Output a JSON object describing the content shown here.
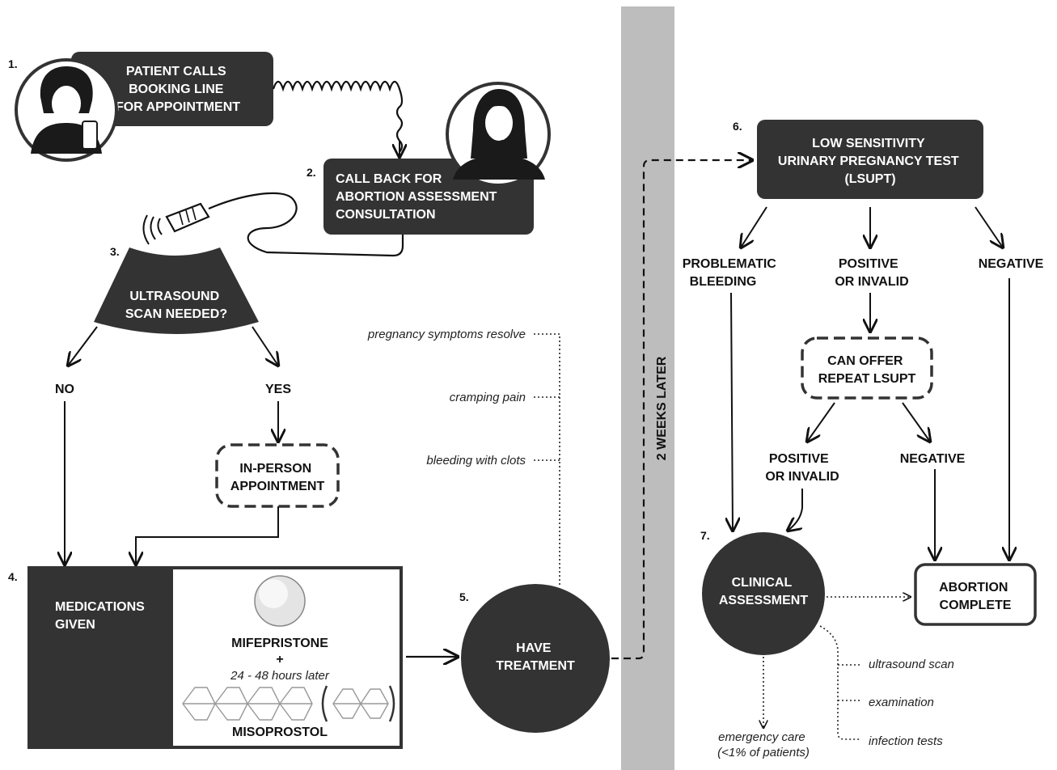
{
  "steps": {
    "s1": {
      "num": "1.",
      "lines": [
        "PATIENT CALLS",
        "BOOKING LINE",
        "FOR APPOINTMENT"
      ]
    },
    "s2": {
      "num": "2.",
      "lines": [
        "CALL BACK FOR",
        "ABORTION ASSESSMENT",
        "CONSULTATION"
      ]
    },
    "s3": {
      "num": "3.",
      "lines": [
        "ULTRASOUND",
        "SCAN NEEDED?"
      ]
    },
    "s4": {
      "num": "4.",
      "lines": [
        "MEDICATIONS",
        "GIVEN"
      ]
    },
    "s5": {
      "num": "5.",
      "lines": [
        "HAVE",
        "TREATMENT"
      ]
    },
    "s6": {
      "num": "6.",
      "lines": [
        "LOW SENSITIVITY",
        "URINARY PREGNANCY TEST",
        "(LSUPT)"
      ]
    },
    "s7": {
      "num": "7.",
      "lines": [
        "CLINICAL",
        "ASSESSMENT"
      ]
    }
  },
  "branches": {
    "no": "NO",
    "yes": "YES",
    "in_person": [
      "IN-PERSON",
      "APPOINTMENT"
    ],
    "problematic": [
      "PROBLEMATIC",
      "BLEEDING"
    ],
    "positive1": [
      "POSITIVE",
      "OR INVALID"
    ],
    "negative1": "NEGATIVE",
    "repeat": [
      "CAN OFFER",
      "REPEAT LSUPT"
    ],
    "positive2": [
      "POSITIVE",
      "OR INVALID"
    ],
    "negative2": "NEGATIVE",
    "complete": [
      "ABORTION",
      "COMPLETE"
    ]
  },
  "medications": {
    "mifepristone": "MIFEPRISTONE",
    "plus": "+",
    "interval": "24 - 48 hours later",
    "misoprostol": "MISOPROSTOL"
  },
  "symptoms": [
    "pregnancy symptoms resolve",
    "cramping pain",
    "bleeding with clots"
  ],
  "divider_label": "2 WEEKS LATER",
  "assessment_items": [
    "ultrasound scan",
    "examination",
    "infection tests"
  ],
  "emergency": [
    "emergency care",
    "(<1% of patients)"
  ]
}
